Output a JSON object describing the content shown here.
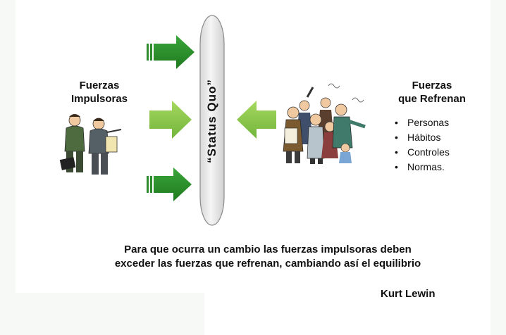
{
  "left_label": {
    "line1": "Fuerzas",
    "line2": "Impulsoras"
  },
  "right_label": {
    "line1": "Fuerzas",
    "line2": "que Refrenan"
  },
  "restraining_items": [
    "Personas",
    "Hábitos",
    "Controles",
    "Normas."
  ],
  "status_quo": "“Status   Quo”",
  "caption": {
    "line1": "Para que ocurra un cambio las fuerzas impulsoras deben",
    "line2": "exceder las fuerzas que refrenan, cambiando así el equilibrio"
  },
  "author": "Kurt Lewin",
  "colors": {
    "arrow_dark": "#2e8b2e",
    "arrow_light": "#8cc63f",
    "pill": "#ececec"
  }
}
